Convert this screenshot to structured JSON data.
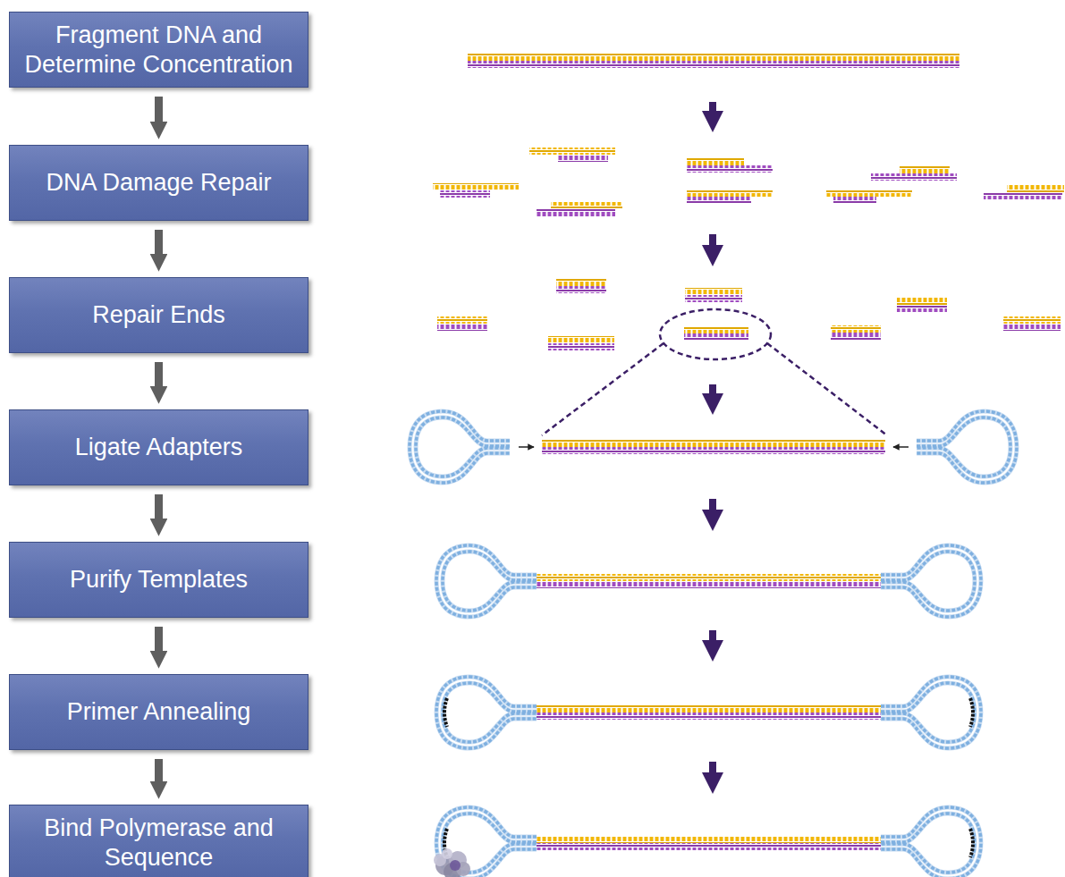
{
  "diagram": {
    "nodes": [
      {
        "text": [
          "Fragment DNA and Determine Concentration"
        ]
      },
      {
        "text": [
          "DNA Damage Repair"
        ]
      },
      {
        "text": [
          "Repair Ends"
        ]
      },
      {
        "text": [
          "Ligate Adapters"
        ]
      },
      {
        "text": [
          "Purify Templates"
        ]
      },
      {
        "text": [
          "Primer Annealing"
        ]
      },
      {
        "text": [
          "Bind Polymerase and Sequence"
        ]
      }
    ],
    "edges": [
      {
        "from": 0,
        "to": 1,
        "arrow": "to"
      },
      {
        "from": 1,
        "to": 2,
        "arrow": "to"
      },
      {
        "from": 2,
        "to": 3,
        "arrow": "to"
      },
      {
        "from": 3,
        "to": 4,
        "arrow": "to"
      },
      {
        "from": 4,
        "to": 5,
        "arrow": "to"
      },
      {
        "from": 5,
        "to": 6,
        "arrow": "to"
      }
    ]
  }
}
